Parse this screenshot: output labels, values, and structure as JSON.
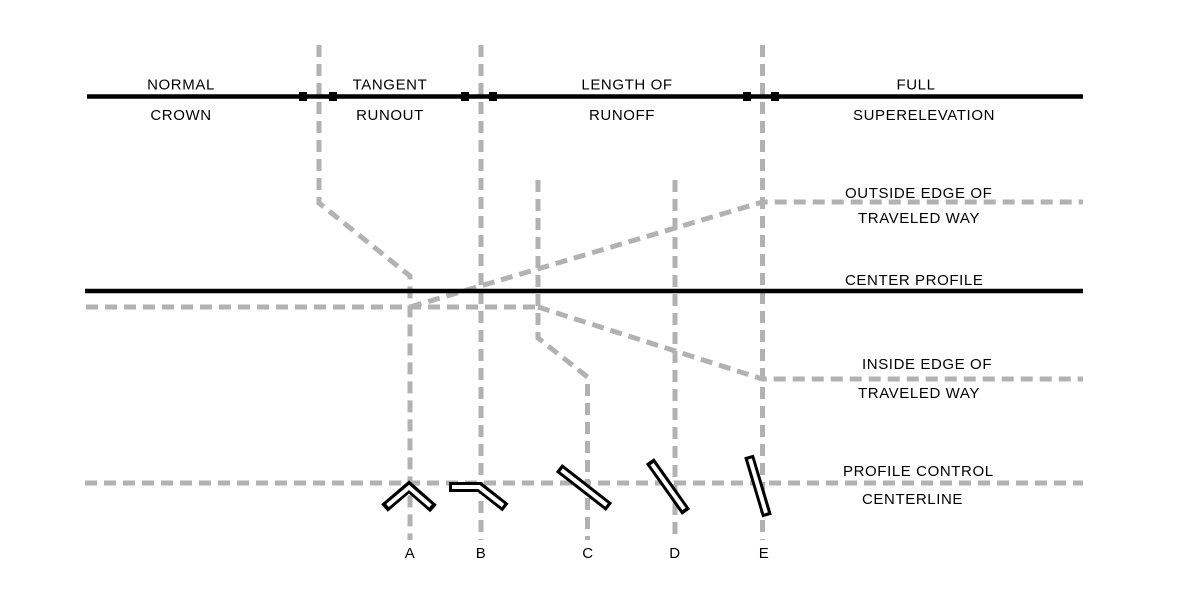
{
  "colors": {
    "ink": "#000000",
    "guide_gray": "#b2b2b2",
    "background": "#ffffff"
  },
  "top_bar": {
    "sections": [
      {
        "above": "NORMAL",
        "below": "CROWN"
      },
      {
        "above": "TANGENT",
        "below": "RUNOUT"
      },
      {
        "above": "LENGTH OF",
        "below": "RUNOFF"
      },
      {
        "above": "FULL",
        "below": "SUPERELEVATION"
      }
    ]
  },
  "profile_labels": {
    "outside_edge_line1": "OUTSIDE EDGE OF",
    "outside_edge_line2": "TRAVELED WAY",
    "center_profile": "CENTER PROFILE",
    "inside_edge_line1": "INSIDE EDGE OF",
    "inside_edge_line2": "TRAVELED WAY",
    "profile_control_line1": "PROFILE CONTROL",
    "profile_control_line2": "CENTERLINE"
  },
  "stations": [
    "A",
    "B",
    "C",
    "D",
    "E"
  ]
}
